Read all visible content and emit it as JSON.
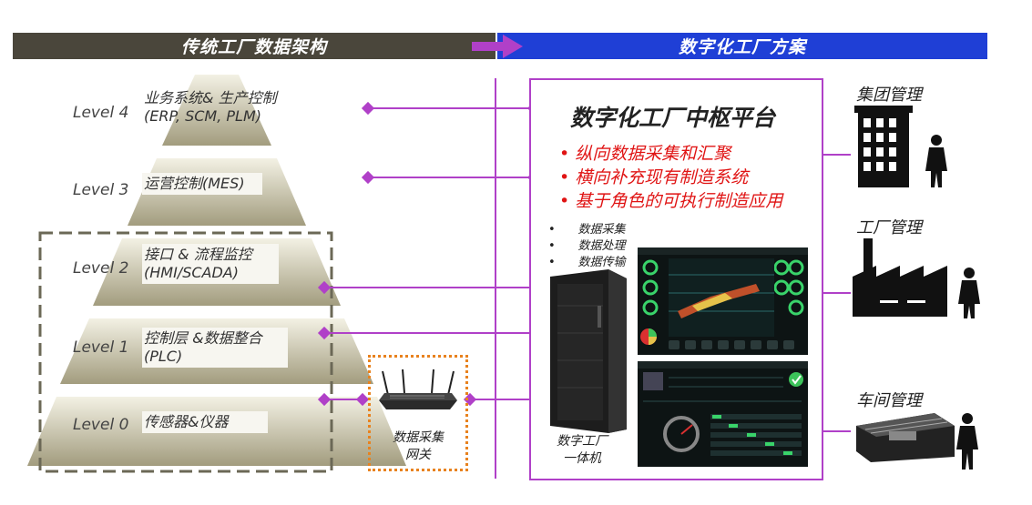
{
  "header": {
    "left_title": "传统工厂数据架构",
    "right_title": "数字化工厂方案"
  },
  "pyramid": {
    "levels": [
      {
        "label": "Level 4",
        "desc_line1": "业务系统& 生产控制",
        "desc_line2": "(ERP, SCM, PLM)"
      },
      {
        "label": "Level 3",
        "desc_line1": "运营控制(MES)",
        "desc_line2": ""
      },
      {
        "label": "Level 2",
        "desc_line1": "接口 & 流程监控",
        "desc_line2": "(HMI/SCADA)"
      },
      {
        "label": "Level 1",
        "desc_line1": "控制层 &数据整合",
        "desc_line2": "(PLC)"
      },
      {
        "label": "Level 0",
        "desc_line1": "传感器&仪器",
        "desc_line2": ""
      }
    ]
  },
  "gateway": {
    "line1": "数据采集",
    "line2": "网关"
  },
  "platform": {
    "title": "数字化工厂中枢平台",
    "bullets": [
      "纵向数据采集和汇聚",
      "横向补充现有制造系统",
      "基于角色的可执行制造应用"
    ],
    "features": [
      "数据采集",
      "数据处理",
      "数据传输"
    ],
    "machine_line1": "数字工厂",
    "machine_line2": "一体机"
  },
  "management": [
    "集团管理",
    "工厂管理",
    "车间管理"
  ],
  "colors": {
    "left_banner": "#4a463b",
    "right_banner": "#1f3fd6",
    "connector": "#b040c8",
    "bullet_red": "#e01414",
    "gateway_border": "#e8821e"
  }
}
